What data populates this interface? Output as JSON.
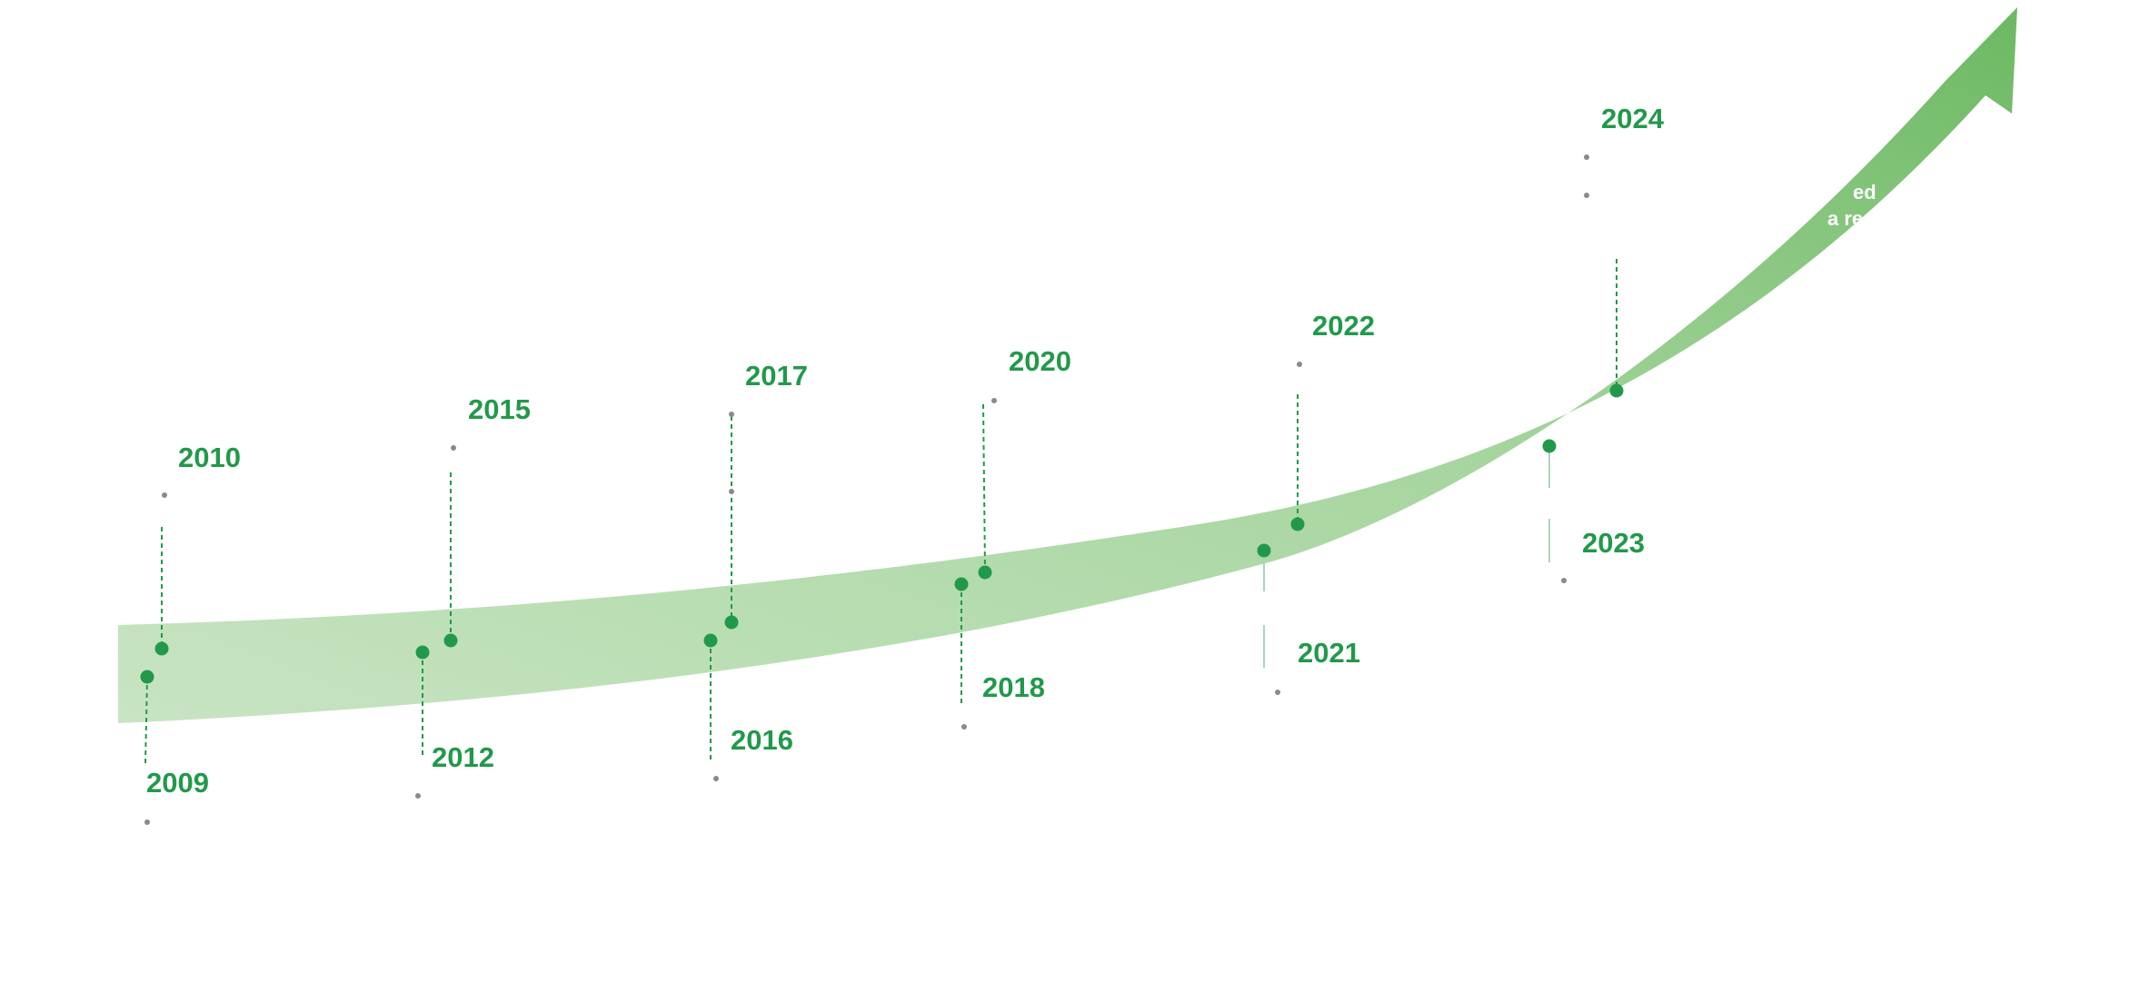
{
  "colors": {
    "band_light": "#c8e4c3",
    "band_dark": "#74bd6a",
    "marker": "#22994a",
    "year_text": "#22994a",
    "leader": "#22994a",
    "bullet": "#8a8a8a",
    "tick": "#a9d7bc"
  },
  "arrow_label": {
    "line1": "ed",
    "line2": "a reco"
  },
  "milestones": [
    {
      "year": "2009"
    },
    {
      "year": "2010"
    },
    {
      "year": "2012"
    },
    {
      "year": "2015"
    },
    {
      "year": "2016"
    },
    {
      "year": "2017"
    },
    {
      "year": "2018"
    },
    {
      "year": "2020"
    },
    {
      "year": "2021"
    },
    {
      "year": "2022"
    },
    {
      "year": "2023"
    },
    {
      "year": "2024"
    }
  ]
}
